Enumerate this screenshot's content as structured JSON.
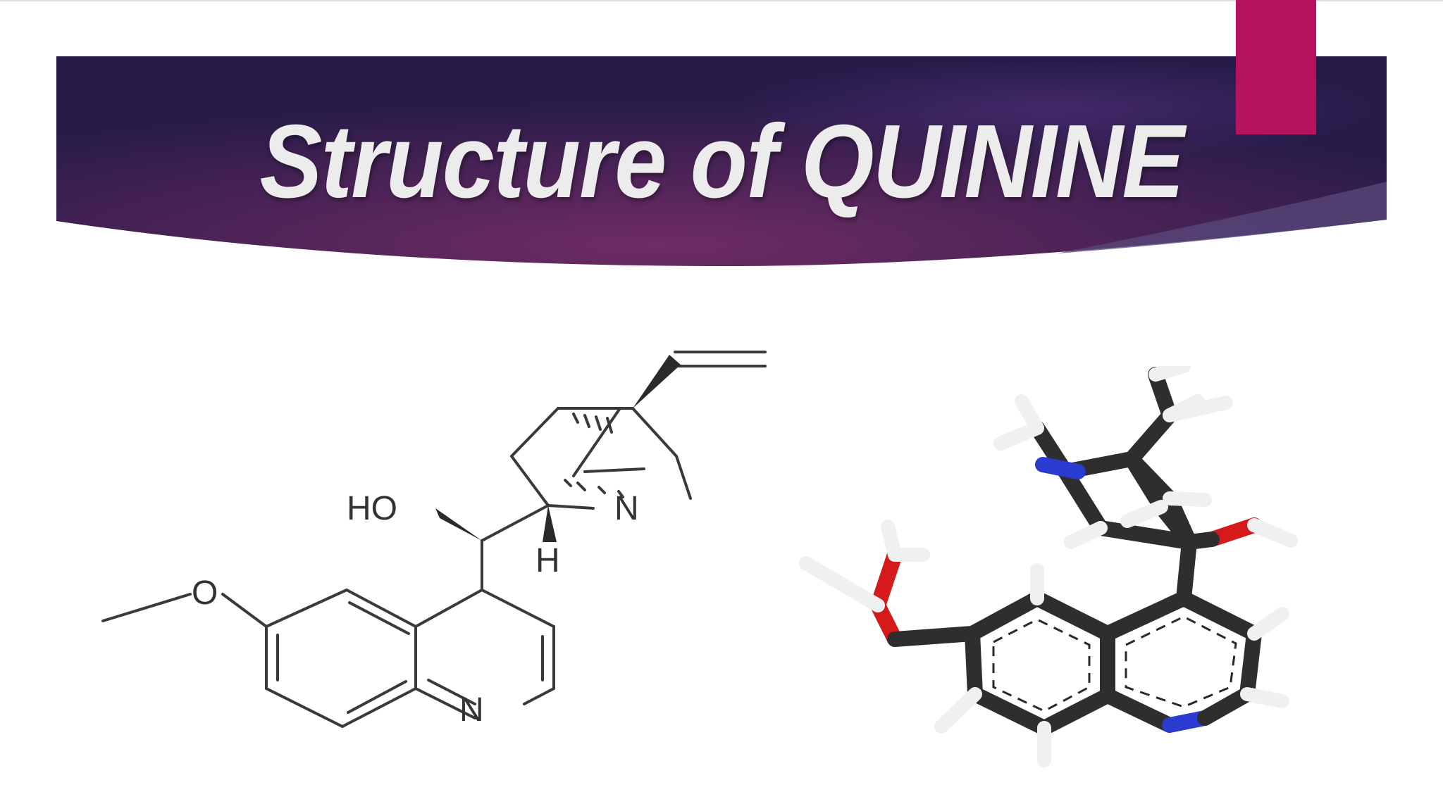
{
  "slide": {
    "title": "Structure of QUININE",
    "colors": {
      "banner_dark": "#2a1d4a",
      "banner_mid": "#6a2a60",
      "accent_tab": "#b5135e",
      "title_text": "#ececec"
    }
  },
  "structure_2d": {
    "labels": {
      "hydroxyl": "HO",
      "bridge_nitrogen": "N",
      "hydrogen": "H",
      "methoxy_oxygen": "O",
      "ring_nitrogen": "N"
    }
  },
  "structure_3d": {
    "colors": {
      "carbon": "#333333",
      "hydrogen": "#f2f2f2",
      "nitrogen": "#2a3bd0",
      "oxygen": "#d41a1a"
    }
  }
}
